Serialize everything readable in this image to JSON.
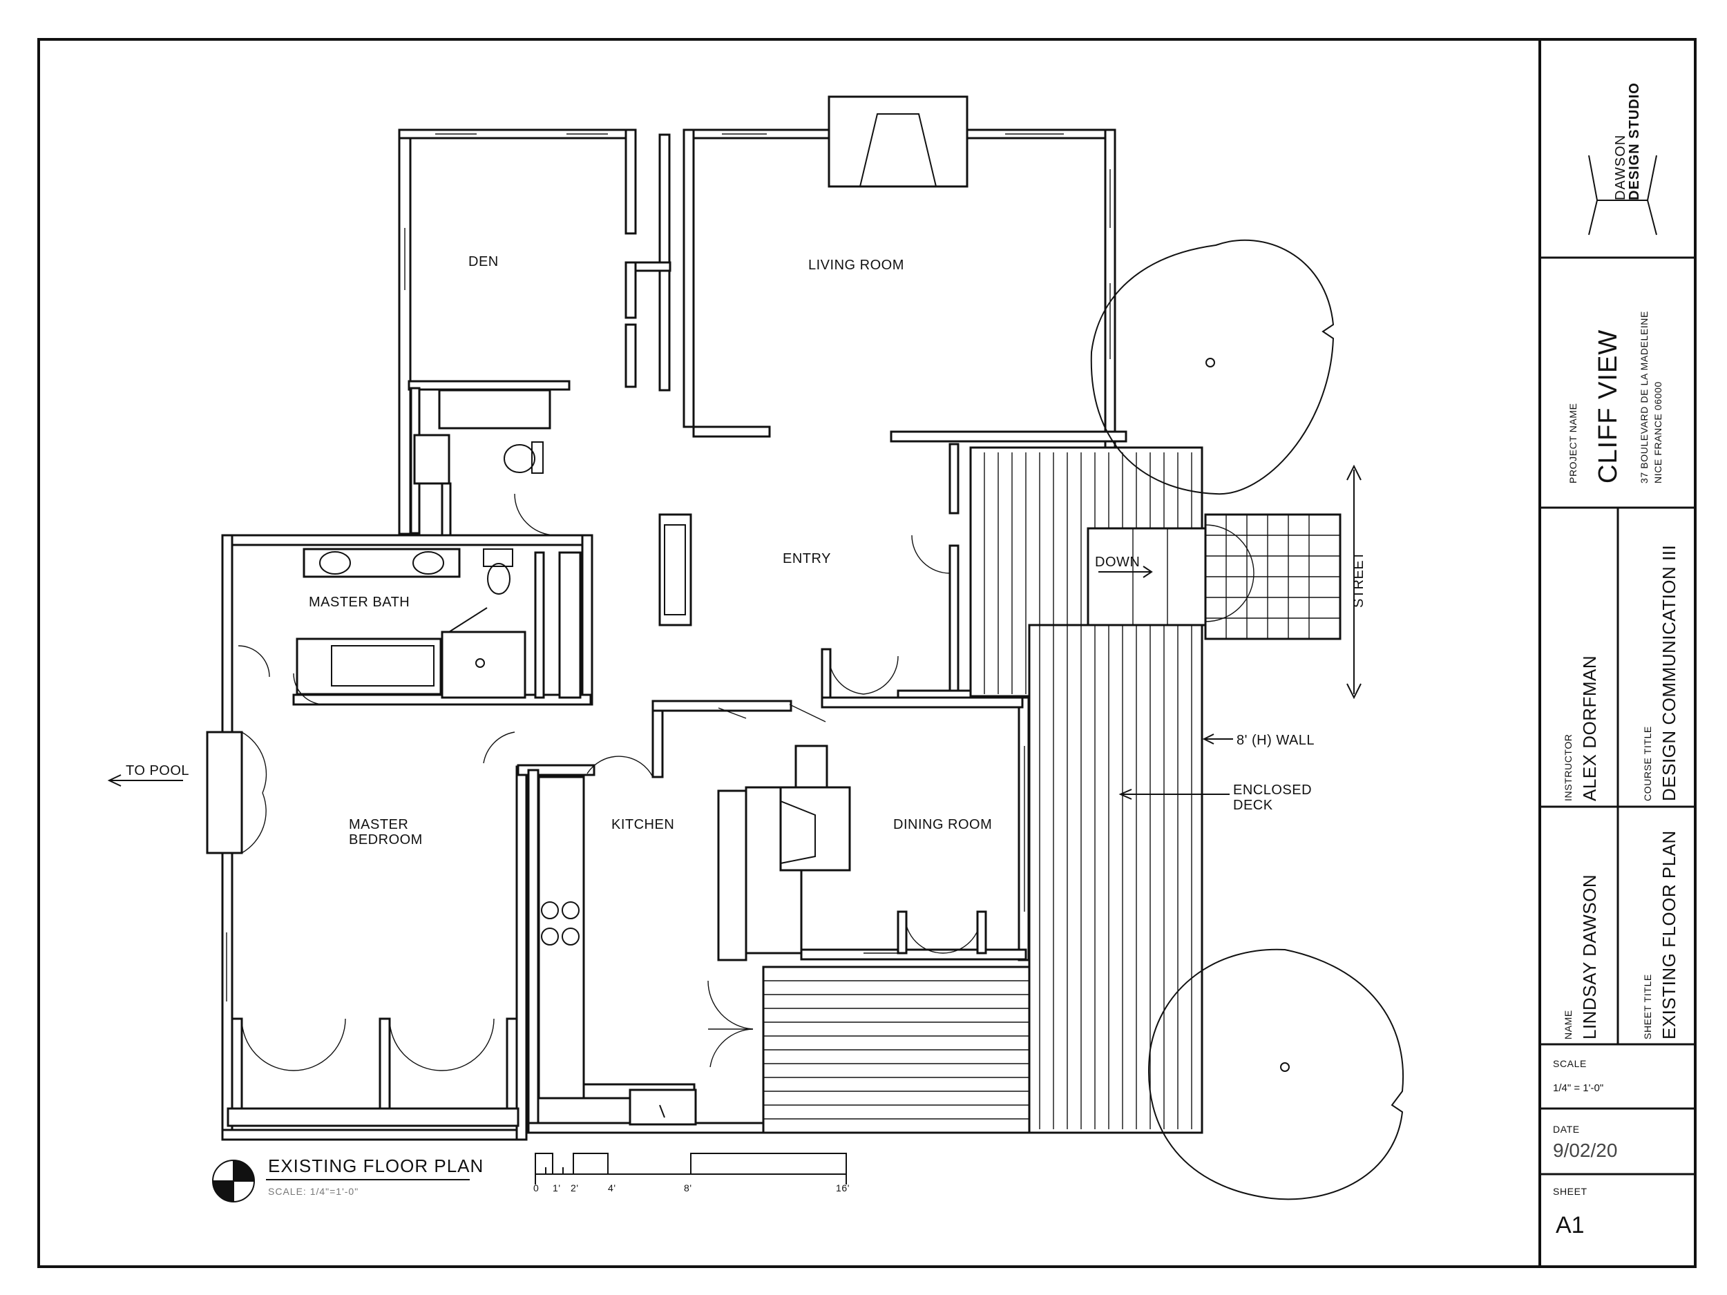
{
  "rooms": {
    "den": "DEN",
    "living_room": "LIVING ROOM",
    "entry": "ENTRY",
    "master_bath": "MASTER BATH",
    "master_bedroom_1": "MASTER",
    "master_bedroom_2": "BEDROOM",
    "kitchen": "KITCHEN",
    "dining_room": "DINING ROOM"
  },
  "annotations": {
    "down": "DOWN",
    "street": "STREET",
    "wall_8": "8' (H) WALL",
    "enclosed_1": "ENCLOSED",
    "enclosed_2": "DECK",
    "to_pool": "TO POOL"
  },
  "plan_title": {
    "title": "EXISTING FLOOR PLAN",
    "scale": "SCALE: 1/4\"=1'-0\""
  },
  "scale_bar": {
    "ticks": [
      "0",
      "1'",
      "2'",
      "4'",
      "8'",
      "16'"
    ]
  },
  "title_block": {
    "studio_line1": "DAWSON",
    "studio_line2": "DESIGN STUDIO",
    "project_label": "PROJECT NAME",
    "project_name": "CLIFF VIEW",
    "address_line1": "37 BOULEVARD DE LA MADELEINE",
    "address_line2": "NICE FRANCE 06000",
    "instructor_label": "INSTRUCTOR",
    "instructor_name": "ALEX DORFMAN",
    "course_label": "COURSE TITLE",
    "course_title": "DESIGN COMMUNICATION III",
    "name_label": "NAME",
    "name_value": "LINDSAY DAWSON",
    "sheet_title_label": "SHEET TITLE",
    "sheet_title": "EXISTING FLOOR PLAN",
    "scale_label": "SCALE",
    "scale_value": "1/4\" = 1'-0\"",
    "date_label": "DATE",
    "date_value": "9/02/20",
    "sheet_label": "SHEET",
    "sheet_value": "A1"
  }
}
